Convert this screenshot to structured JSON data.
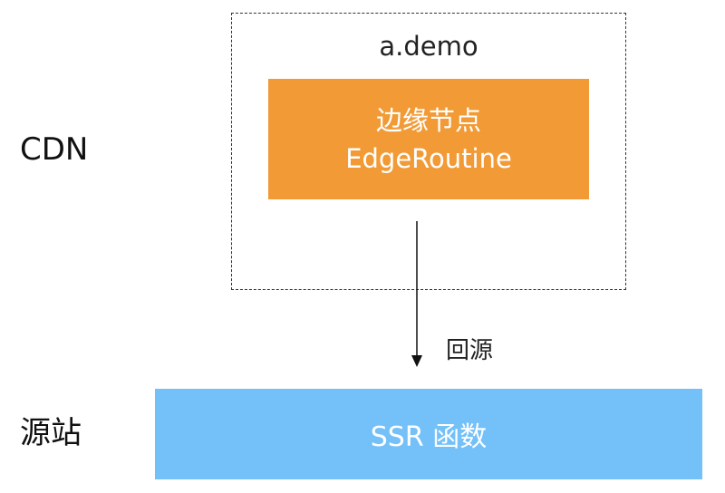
{
  "labels": {
    "cdn": "CDN",
    "origin": "源站"
  },
  "cdn_box": {
    "domain": "a.demo",
    "edge_node": {
      "line1": "边缘节点",
      "line2": "EdgeRoutine"
    }
  },
  "connector": {
    "label": "回源"
  },
  "origin_box": {
    "label": "SSR 函数"
  },
  "colors": {
    "edge_node_fill": "#f29b36",
    "origin_fill": "#74c0f8",
    "node_text": "#ffffff",
    "border": "#333333"
  }
}
